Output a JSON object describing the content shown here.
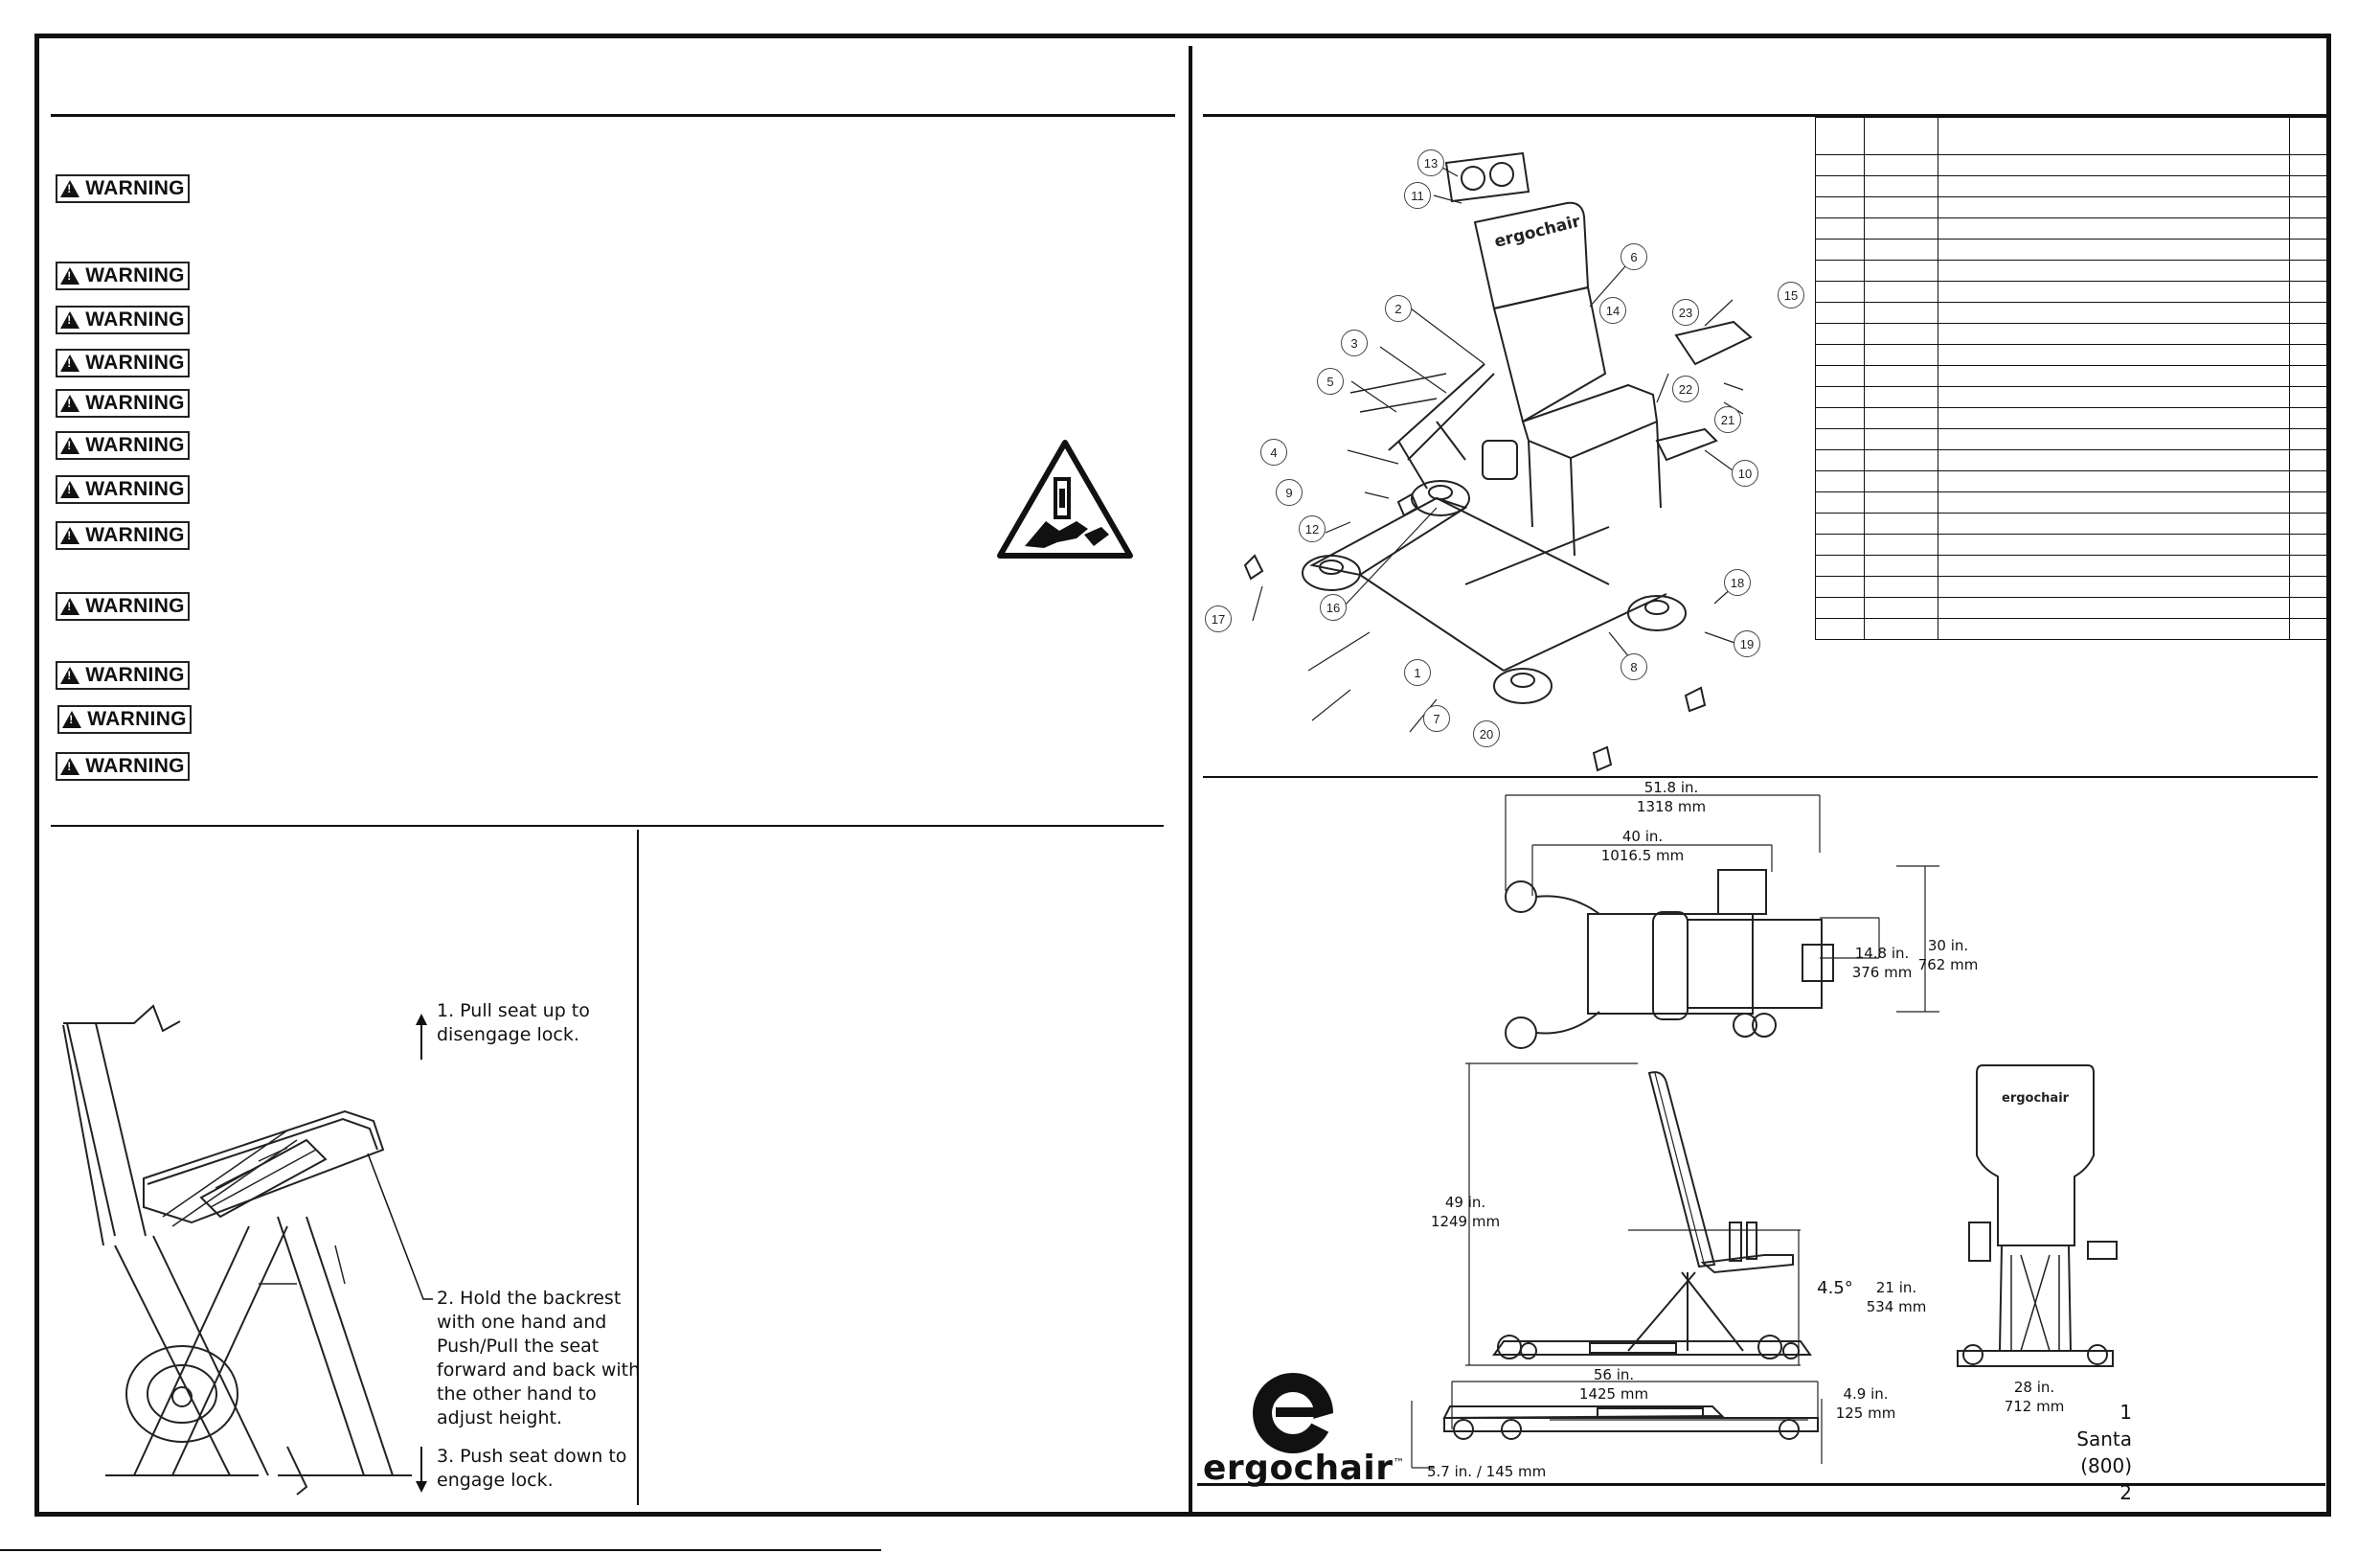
{
  "warnings": {
    "label": "WARNING",
    "count": 12
  },
  "adjustment_steps": {
    "step1": "1. Pull seat up to disengage lock.",
    "step2_l1": "2. Hold the backrest",
    "step2_l2": "with one hand and",
    "step2_l3": "Push/Pull the seat",
    "step2_l4": "forward and back with",
    "step2_l5": "the other hand to",
    "step2_l6": "adjust height.",
    "step3_l1": "3. Push seat down to",
    "step3_l2": "engage lock.",
    "step1_l1": "1. Pull seat up to",
    "step1_l2": "disengage lock."
  },
  "callouts": [
    "13",
    "11",
    "6",
    "2",
    "3",
    "5",
    "14",
    "23",
    "15",
    "22",
    "21",
    "4",
    "9",
    "10",
    "12",
    "17",
    "16",
    "18",
    "19",
    "1",
    "8",
    "7",
    "20"
  ],
  "dimensions": {
    "top_width_in": "51.8 in.",
    "top_width_mm": "1318 mm",
    "inner_width_in": "40 in.",
    "inner_width_mm": "1016.5 mm",
    "seat_depth_in": "14.8 in.",
    "seat_depth_mm": "376 mm",
    "depth_in": "30 in.",
    "depth_mm": "762 mm",
    "height_in": "49 in.",
    "height_mm": "1249 mm",
    "angle": "4.5°",
    "seat_h_in": "21 in.",
    "seat_h_mm": "534 mm",
    "base_len_in": "56 in.",
    "base_len_mm": "1425 mm",
    "fold_h_in": "4.9 in.",
    "fold_h_mm": "125 mm",
    "fold_offset": "5.7 in. / 145 mm",
    "front_width_in": "28 in.",
    "front_width_mm": "712 mm"
  },
  "brand": {
    "name": "ergochair",
    "tm": "™",
    "backrest_logo": "ergochair"
  },
  "footer": {
    "line1": "1",
    "line2": "Santa",
    "line3": "(800) 2"
  },
  "parts_table": {
    "rows": 24
  }
}
